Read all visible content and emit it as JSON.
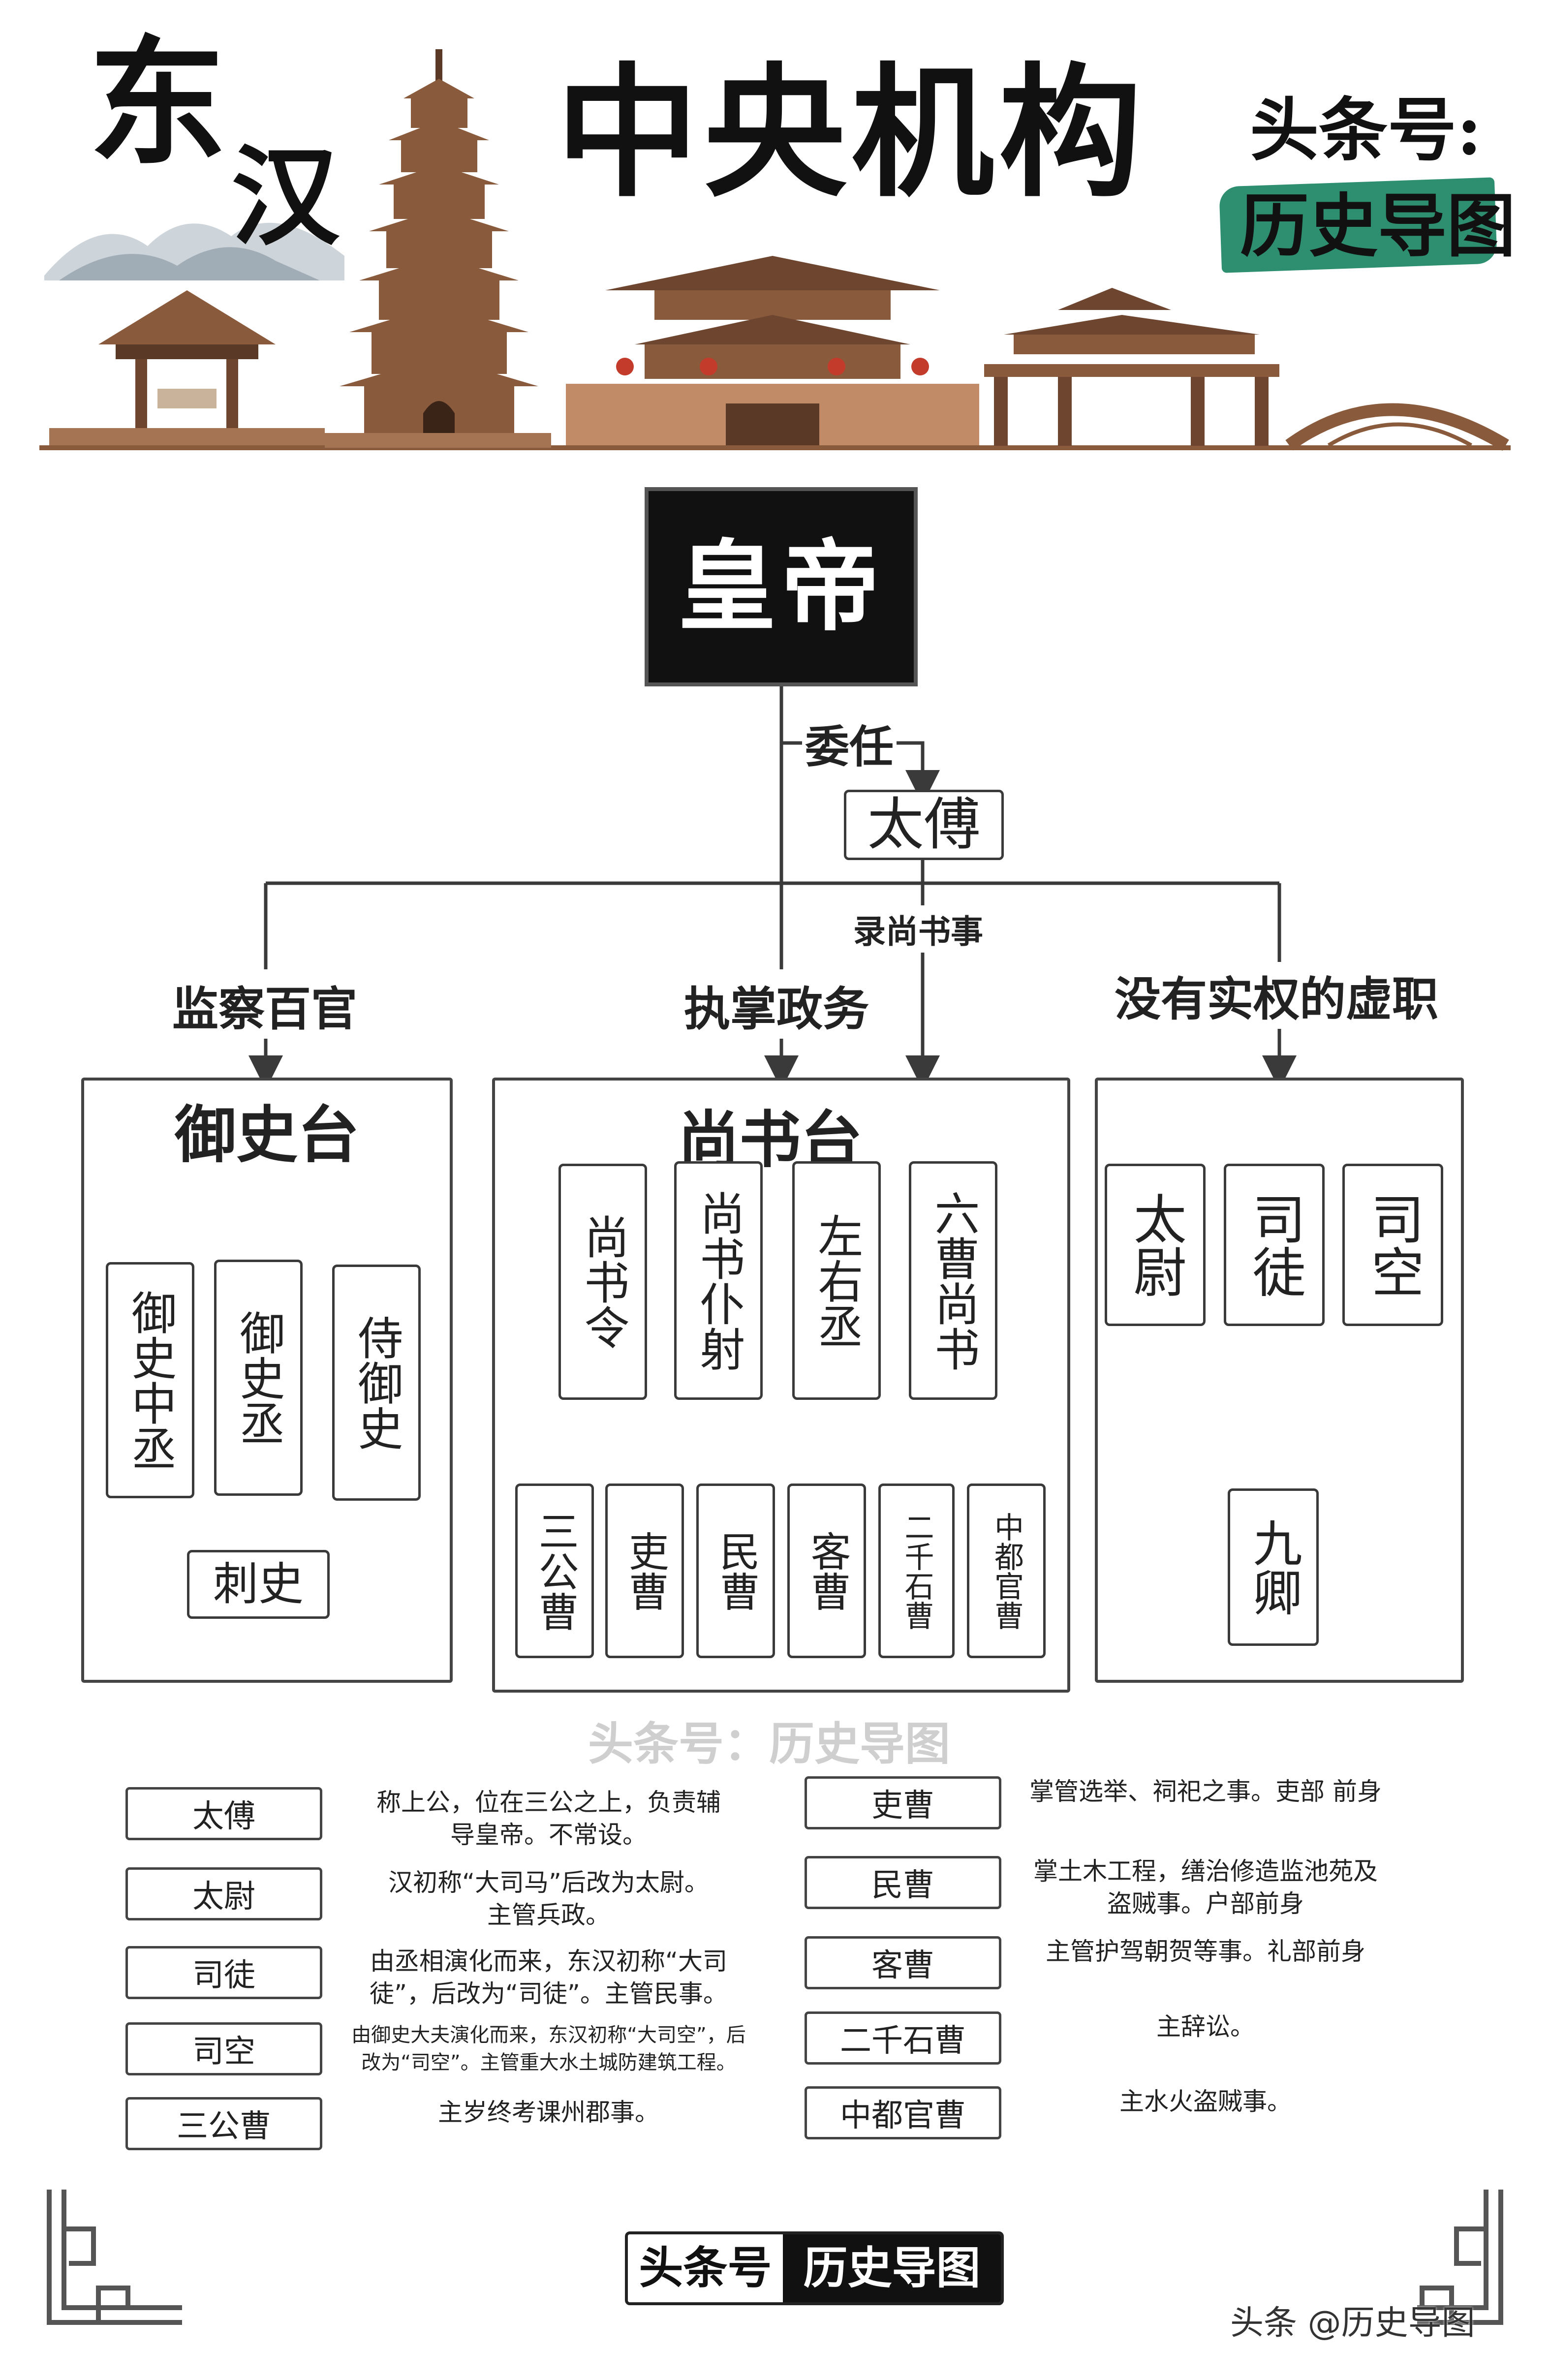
{
  "header": {
    "title_dong": "东",
    "title_han": "汉",
    "title_main": "中央机构",
    "badge_top": "头条号:",
    "badge_bottom": "历史导图"
  },
  "emperor": "皇帝",
  "edges": {
    "appoint": "委任",
    "lu_shangshu": "录尚书事",
    "supervise": "监察百官",
    "govern": "执掌政务",
    "nominal": "没有实权的虚职"
  },
  "taifu": "太傅",
  "yushitai": {
    "title": "御史台",
    "items": [
      "御史中丞",
      "御史丞",
      "侍御史"
    ],
    "cishi": "刺史"
  },
  "shangshutai": {
    "title": "尚书台",
    "items": [
      "尚书令",
      "尚书仆射",
      "左右丞",
      "六曹尚书"
    ],
    "cao": [
      "三公曹",
      "吏曹",
      "民曹",
      "客曹",
      "二千石曹",
      "中都官曹"
    ]
  },
  "nominal": {
    "items": [
      "太尉",
      "司徒",
      "司空"
    ],
    "jiuqing": "九卿"
  },
  "watermark_mid": "头条号：历史导图",
  "legend_left": [
    {
      "name": "太傅",
      "desc": "称上公，位在三公之上，负责辅\n导皇帝。不常设。"
    },
    {
      "name": "太尉",
      "desc": "汉初称“大司马”后改为太尉。\n主管兵政。"
    },
    {
      "name": "司徒",
      "desc": "由丞相演化而来，东汉初称“大司\n徒”，后改为“司徒”。主管民事。"
    },
    {
      "name": "司空",
      "desc": "由御史大夫演化而来，东汉初称“大司空”，后\n改为“司空”。主管重大水土城防建筑工程。"
    },
    {
      "name": "三公曹",
      "desc": "主岁终考课州郡事。"
    }
  ],
  "legend_right": [
    {
      "name": "吏曹",
      "desc": "掌管选举、祠祀之事。吏部 前身"
    },
    {
      "name": "民曹",
      "desc": "掌土木工程，缮治修造监池苑及\n盗贼事。户部前身"
    },
    {
      "name": "客曹",
      "desc": "主管护驾朝贺等事。礼部前身"
    },
    {
      "name": "二千石曹",
      "desc": "主辞讼。"
    },
    {
      "name": "中都官曹",
      "desc": "主水火盗贼事。"
    }
  ],
  "footer": {
    "badge_left": "头条号",
    "badge_right": "历史导图",
    "watermark": "头条 @历史导图"
  },
  "colors": {
    "building": "#8a5a3c",
    "building_dark": "#5a3a26",
    "badge_green": "#2d8f6f",
    "line": "#3a3a3a"
  }
}
